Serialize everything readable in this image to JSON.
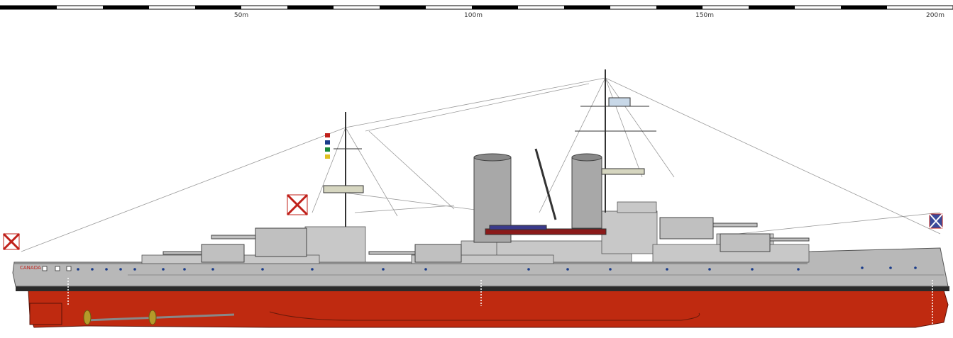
{
  "scale": {
    "tick_labels": [
      "50m",
      "100m",
      "150m",
      "200m"
    ]
  },
  "ship": {
    "hull_name": "CANADA"
  },
  "colors": {
    "hull_grey": "#b8b8b8",
    "superstructure_grey": "#c8c8c8",
    "boot_topping": "#2a2a2a",
    "anti_fouling_red": "#bf2a10",
    "funnel_grey": "#a8a8a8",
    "portholes": "#1a3c8a"
  }
}
